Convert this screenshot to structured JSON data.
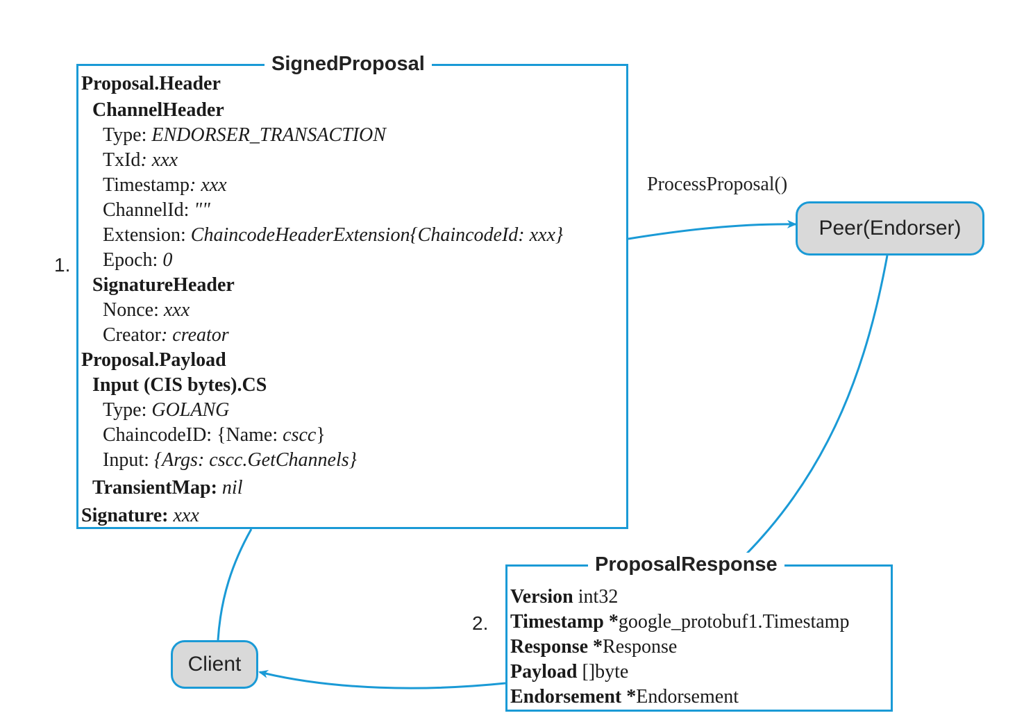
{
  "signed_proposal": {
    "title": "SignedProposal",
    "lines": [
      {
        "key": "Proposal.Header",
        "val": ""
      },
      {
        "key": "ChannelHeader",
        "val": ""
      },
      {
        "key": "Type: ",
        "val": "ENDORSER_TRANSACTION"
      },
      {
        "key": "TxId",
        "val": ": xxx"
      },
      {
        "key": "Timestamp",
        "val": ": xxx"
      },
      {
        "key": "ChannelId: ",
        "val": "\"\""
      },
      {
        "key": "Extension: ",
        "val": "ChaincodeHeaderExtension{ChaincodeId: xxx}"
      },
      {
        "key": "Epoch: ",
        "val": "0"
      },
      {
        "key": "SignatureHeader",
        "val": ""
      },
      {
        "key": "Nonce: ",
        "val": "xxx"
      },
      {
        "key": "Creator",
        "val": ": creator"
      },
      {
        "key": "Proposal.Payload",
        "val": ""
      },
      {
        "key": "Input (CIS bytes).CS",
        "val": ""
      },
      {
        "key": "Type: ",
        "val": "GOLANG"
      },
      {
        "key": "ChaincodeID: {Name: ",
        "val": "cscc",
        "tail": "}"
      },
      {
        "key": "Input: ",
        "val": "{Args: cscc.GetChannels}"
      },
      {
        "key": "TransientMap: ",
        "val": "nil"
      },
      {
        "key": "Signature: ",
        "val": "xxx"
      }
    ]
  },
  "proposal_response": {
    "title": "ProposalResponse",
    "lines": [
      {
        "key": "Version",
        "val": " int32"
      },
      {
        "key": "Timestamp *",
        "val": "google_protobuf1.Timestamp"
      },
      {
        "key": "Response *",
        "val": "Response"
      },
      {
        "key": "Payload",
        "val": " []byte"
      },
      {
        "key": "Endorsement *",
        "val": "Endorsement"
      }
    ]
  },
  "nodes": {
    "peer": "Peer(Endorser)",
    "client": "Client"
  },
  "labels": {
    "call": "ProcessProposal()",
    "step1": "1.",
    "step2": "2."
  },
  "colors": {
    "accent": "#1a9ad6",
    "node_fill": "#d9d9d9"
  }
}
